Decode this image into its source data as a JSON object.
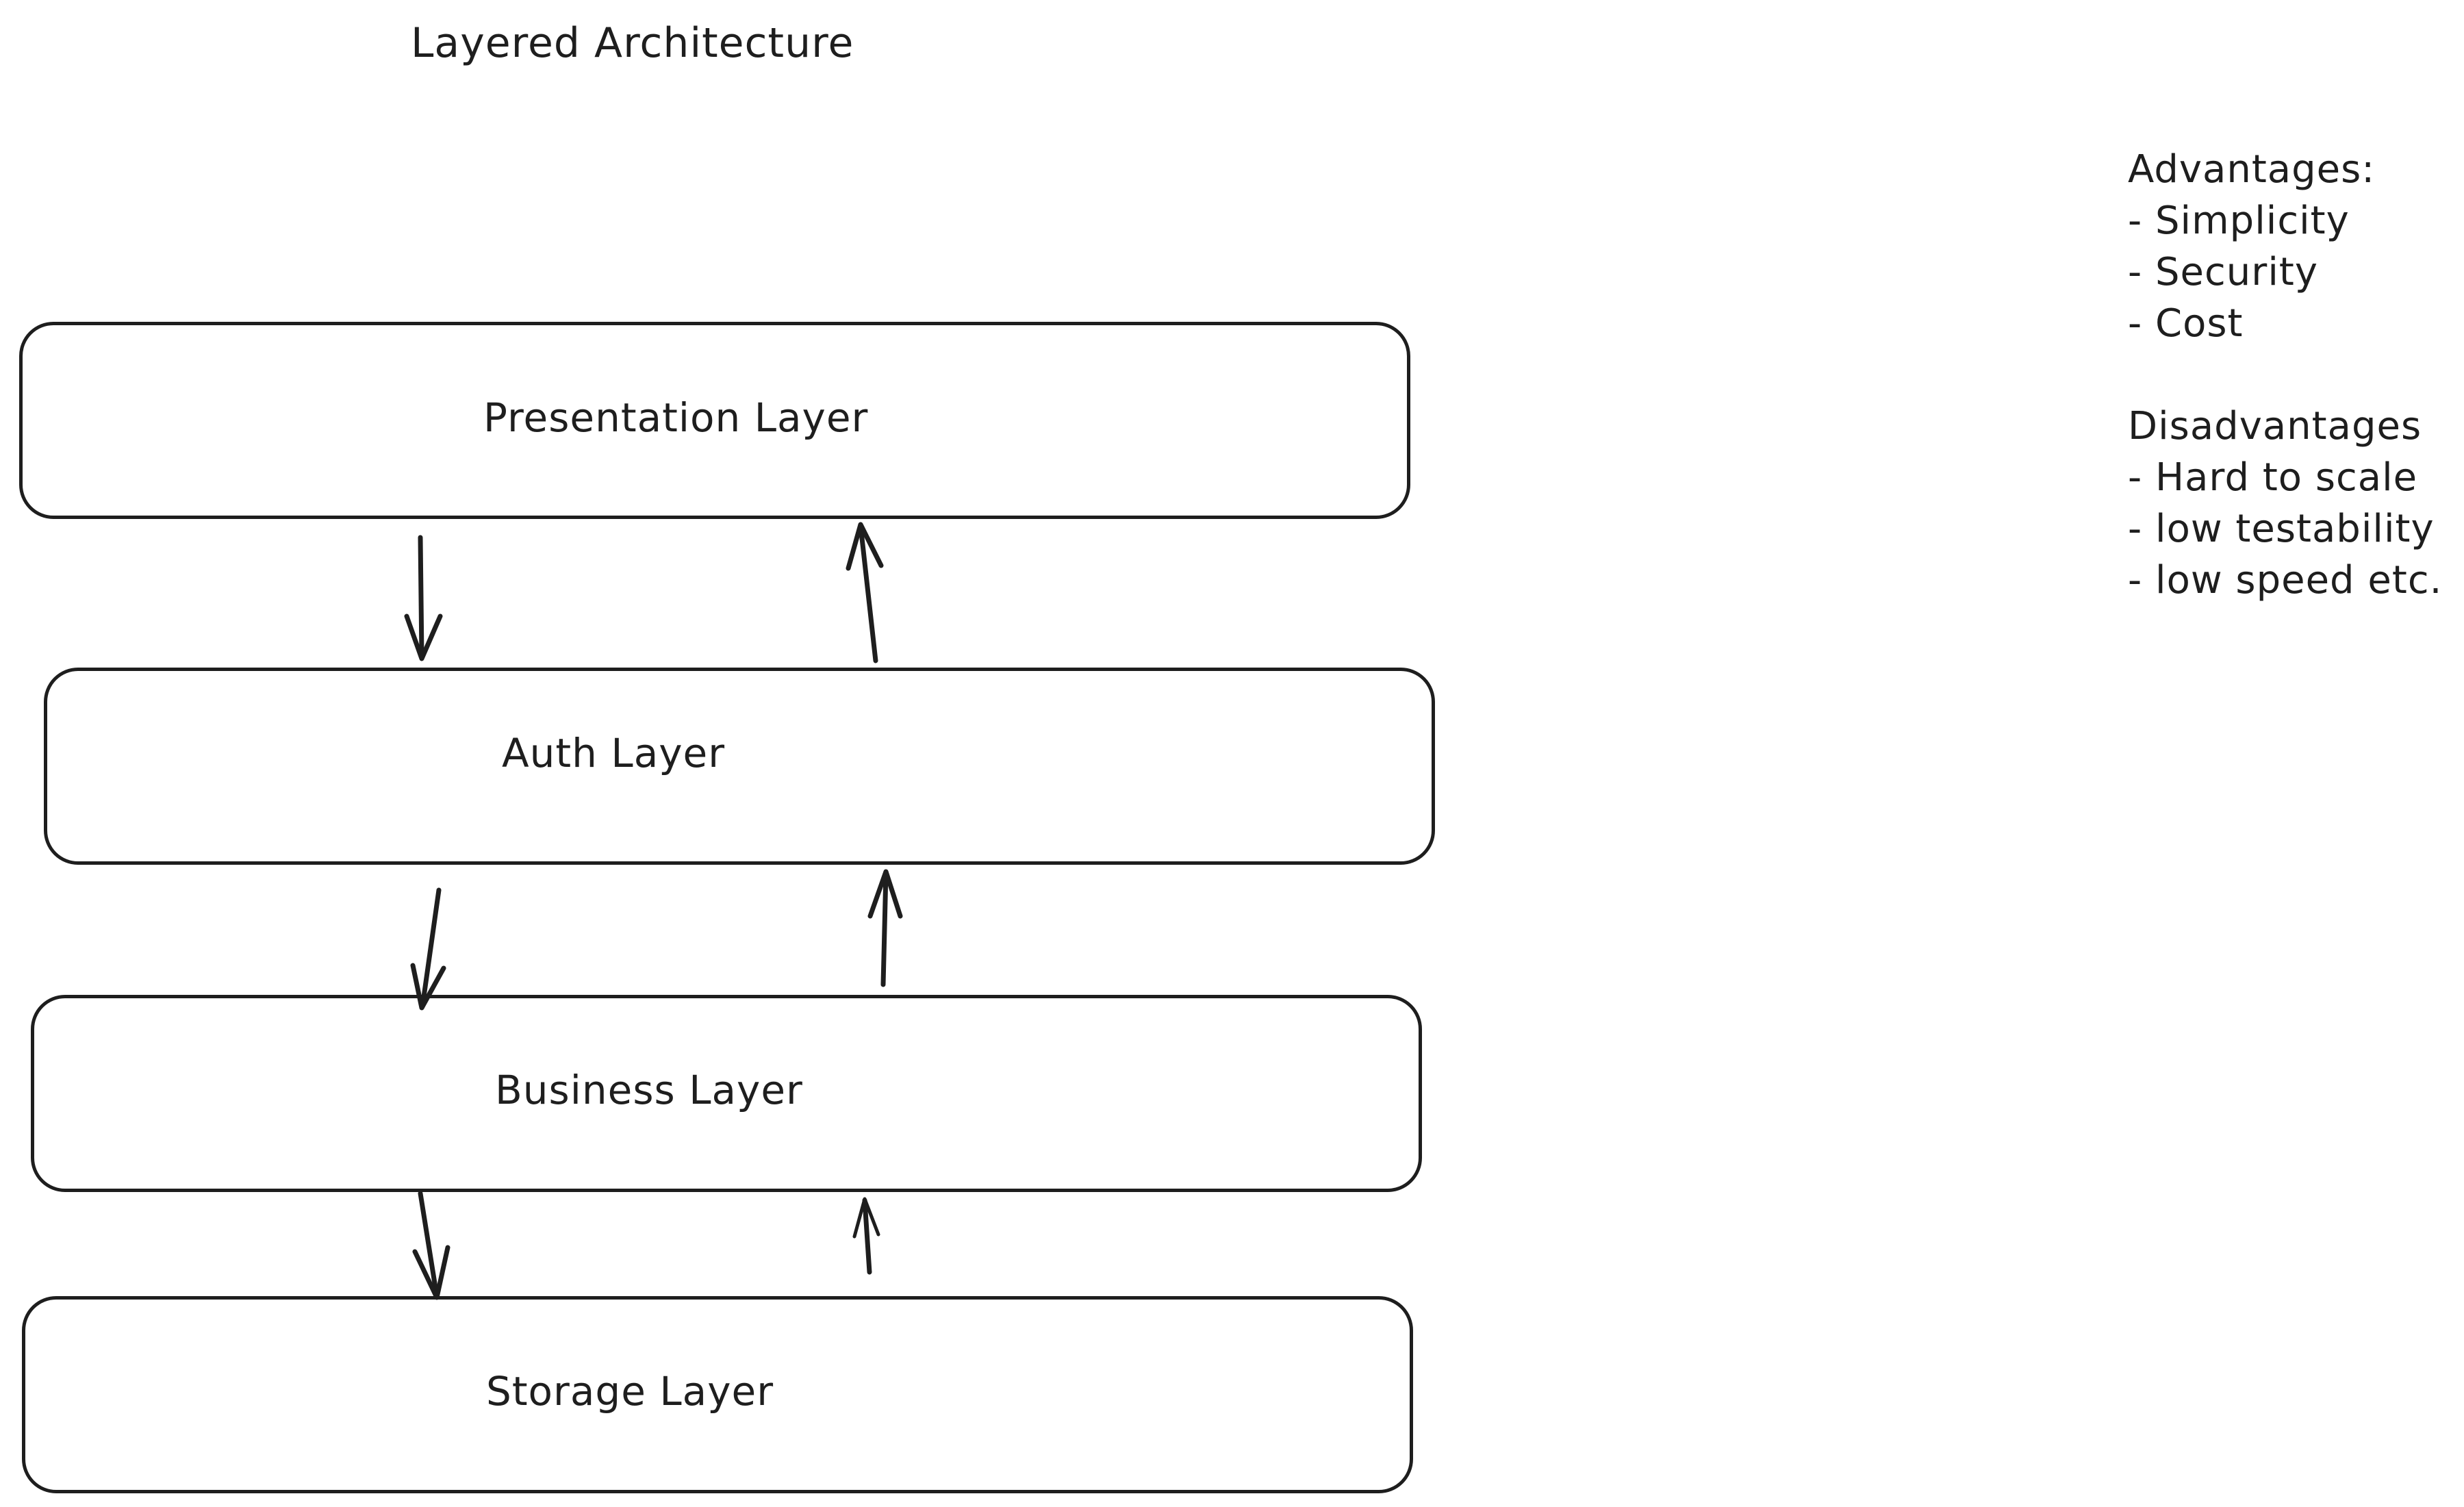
{
  "title": "Layered Architecture",
  "layers": [
    {
      "label": "Presentation Layer"
    },
    {
      "label": "Auth Layer"
    },
    {
      "label": "Business Layer"
    },
    {
      "label": "Storage Layer"
    }
  ],
  "notes": {
    "advantages_heading": "Advantages:",
    "advantages": [
      "- Simplicity",
      "- Security",
      "- Cost"
    ],
    "disadvantages_heading": "Disadvantages",
    "disadvantages": [
      "- Hard to scale",
      "- low testability",
      "- low speed etc."
    ]
  },
  "colors": {
    "stroke": "#1e1e1e",
    "background": "#ffffff"
  }
}
